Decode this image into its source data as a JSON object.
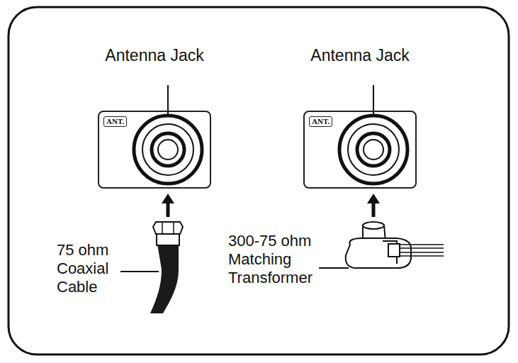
{
  "diagram": {
    "nodes": [
      {
        "text": [
          "Antenna Jack",
          "ANT."
        ]
      },
      {
        "text": [
          "Antenna Jack",
          "ANT."
        ]
      }
    ],
    "labels": [
      "75 ohm Coaxial Cable",
      "300-75 ohm Matching Transformer"
    ]
  }
}
